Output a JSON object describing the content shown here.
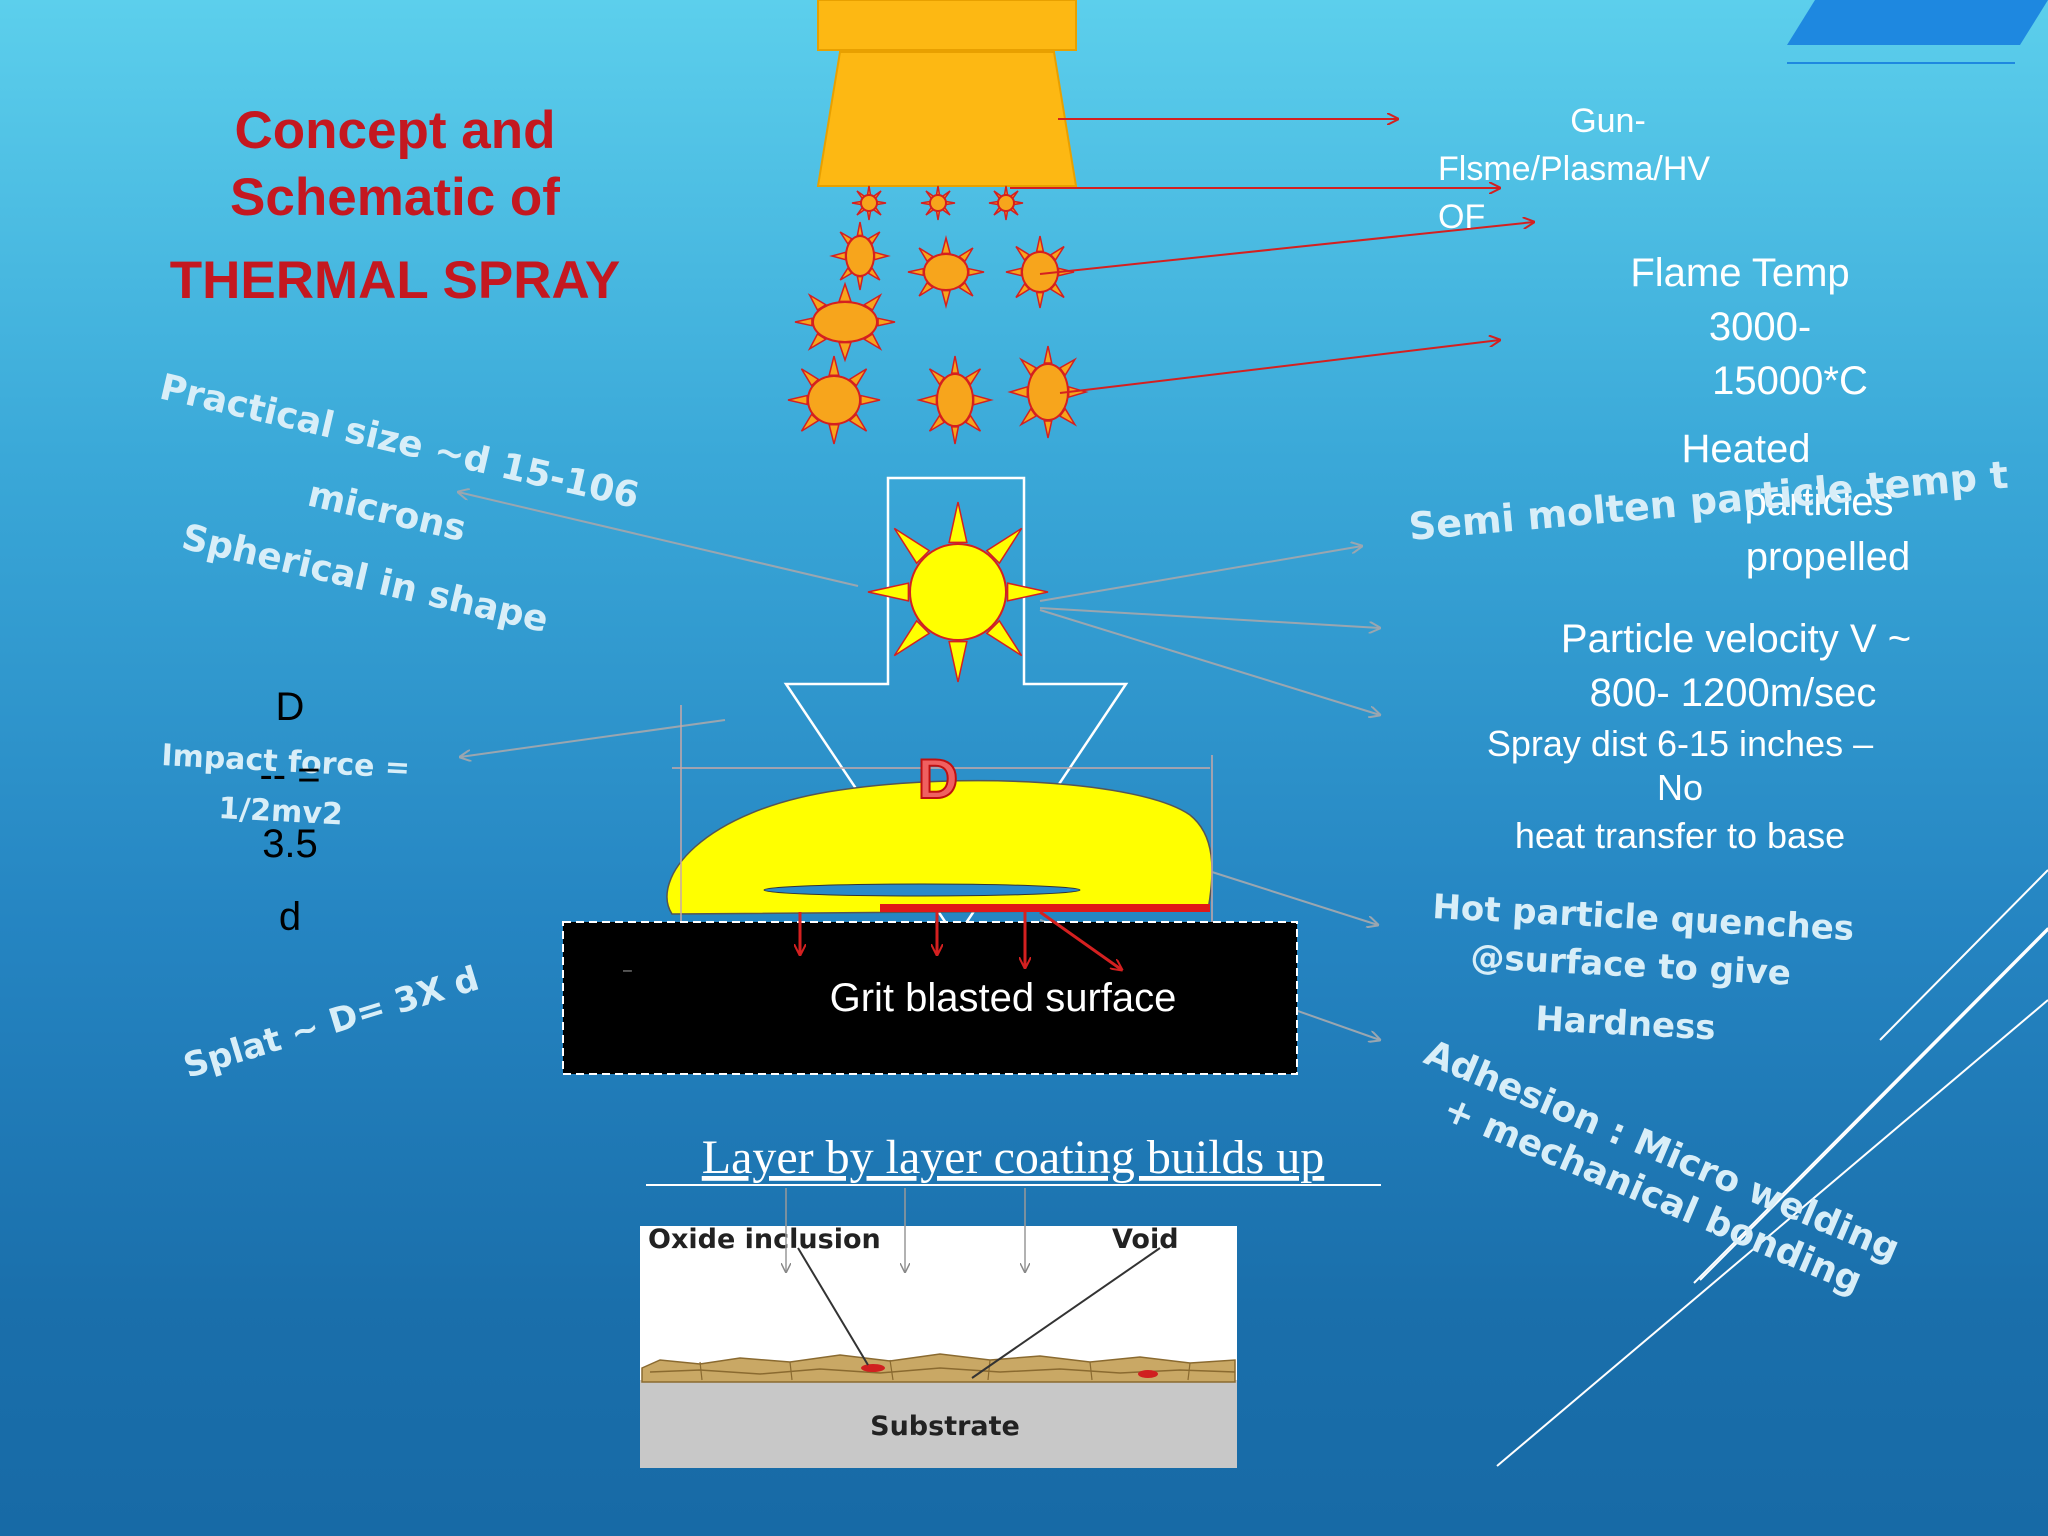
{
  "title": {
    "line1": "Concept and",
    "line2": "Schematic of",
    "line3": "THERMAL SPRAY"
  },
  "left": {
    "practical_size": "Practical size ~d   15-106",
    "microns": "microns",
    "spherical": "Spherical in shape",
    "impact_force": "Impact force =",
    "impact_formula": "1/2mv2",
    "ratio_D": "D",
    "ratio_dash": "--  =",
    "ratio_value": "3.5",
    "ratio_d": "d",
    "splat": "Splat ~ D= 3X d"
  },
  "right": {
    "gun_1": "Gun-",
    "gun_2": "Flsme/Plasma/HV",
    "gun_3": "OF",
    "flame_1": "Flame Temp",
    "flame_2": "3000-",
    "flame_3": "15000*C",
    "heated_1": "Heated",
    "heated_2": "particles",
    "heated_3": "propelled",
    "semi_molten": "Semi molten particle temp  t",
    "velocity_1": "Particle velocity  V  ~",
    "velocity_2": "800- 1200m/sec",
    "spray_1": "Spray dist 6-15 inches –",
    "spray_2": "No",
    "spray_3": "heat transfer to base",
    "hot_1": "Hot particle quenches",
    "hot_2": "@surface to give",
    "hot_3": "Hardness",
    "adhesion_1": "Adhesion : Micro  welding",
    "adhesion_2": "+ mechanical bonding"
  },
  "center": {
    "splat_label": "D",
    "surface_label": "Grit blasted  surface",
    "surface_dash": "–",
    "layer_caption": "Layer by layer coating builds up",
    "oxide": "Oxide inclusion",
    "void": "Void",
    "substrate": "Substrate"
  },
  "colors": {
    "title": "#c41820",
    "gun": "#fdb813",
    "particle": "#f7a51c",
    "splat": "#ffff00",
    "arrow": "#d42020"
  }
}
